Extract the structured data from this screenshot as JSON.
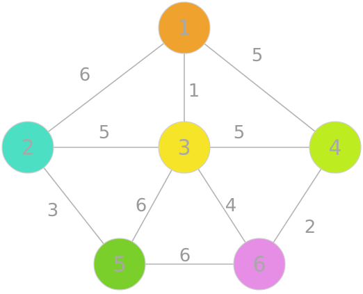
{
  "graph": {
    "nodes": [
      {
        "id": "1",
        "label": "1",
        "color": "#F0A22E"
      },
      {
        "id": "2",
        "label": "2",
        "color": "#4DDFC4"
      },
      {
        "id": "3",
        "label": "3",
        "color": "#F5E427"
      },
      {
        "id": "4",
        "label": "4",
        "color": "#BDEC20"
      },
      {
        "id": "5",
        "label": "5",
        "color": "#7ACF2A"
      },
      {
        "id": "6",
        "label": "6",
        "color": "#E68DE6"
      }
    ],
    "edges": [
      {
        "from": "1",
        "to": "2",
        "weight": "6"
      },
      {
        "from": "1",
        "to": "3",
        "weight": "1"
      },
      {
        "from": "1",
        "to": "4",
        "weight": "5"
      },
      {
        "from": "2",
        "to": "3",
        "weight": "5"
      },
      {
        "from": "3",
        "to": "4",
        "weight": "5"
      },
      {
        "from": "2",
        "to": "5",
        "weight": "3"
      },
      {
        "from": "3",
        "to": "5",
        "weight": "6"
      },
      {
        "from": "3",
        "to": "6",
        "weight": "4"
      },
      {
        "from": "4",
        "to": "6",
        "weight": "2"
      },
      {
        "from": "5",
        "to": "6",
        "weight": "6"
      }
    ]
  }
}
